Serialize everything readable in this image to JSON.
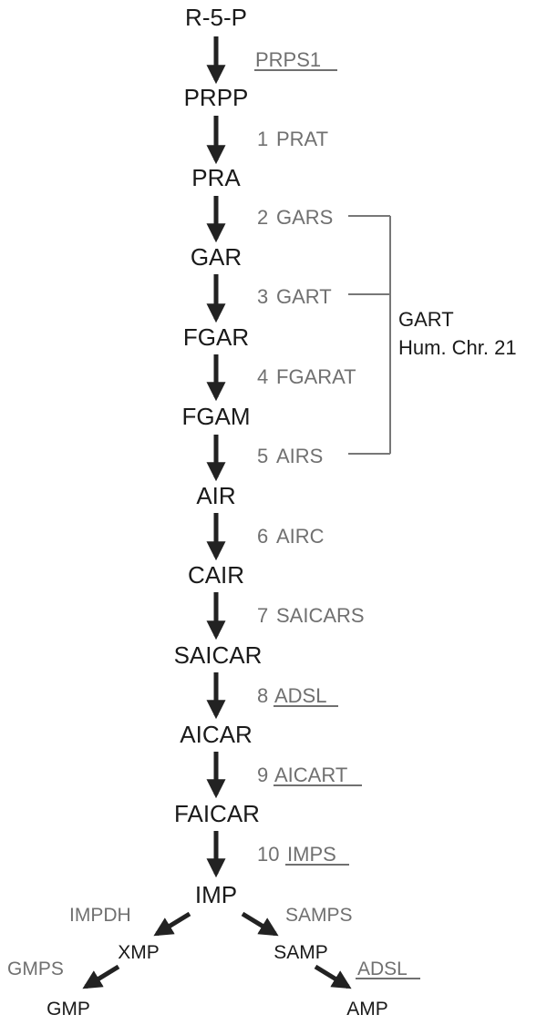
{
  "pathway": {
    "metabolites": {
      "r5p": "R-5-P",
      "prpp": "PRPP",
      "pra": "PRA",
      "gar": "GAR",
      "fgar": "FGAR",
      "fgam": "FGAM",
      "air": "AIR",
      "cair": "CAIR",
      "saicar": "SAICAR",
      "aicar": "AICAR",
      "faicar": "FAICAR",
      "imp": "IMP",
      "xmp": "XMP",
      "samp": "SAMP",
      "gmp": "GMP",
      "amp": "AMP"
    },
    "enzymes": {
      "prps1": "PRPS1",
      "step1_num": "1",
      "step1": "PRAT",
      "step2_num": "2",
      "step2": "GARS",
      "step3_num": "3",
      "step3": "GART",
      "step4_num": "4",
      "step4": "FGARAT",
      "step5_num": "5",
      "step5": "AIRS",
      "step6_num": "6",
      "step6": "AIRC",
      "step7_num": "7",
      "step7": "SAICARS",
      "step8_num": "8",
      "step8": "ADSL",
      "step9_num": "9",
      "step9": "AICART",
      "step10_num": "10",
      "step10": "IMPS",
      "impdh": "IMPDH",
      "samps": "SAMPS",
      "gmps": "GMPS",
      "adsl2": "ADSL"
    },
    "gart_group": {
      "line1": "GART",
      "line2": "Hum. Chr. 21"
    }
  },
  "colors": {
    "metabolite": "#1a1a1a",
    "enzyme": "#707070",
    "arrow": "#222222",
    "bracket": "#777777"
  }
}
